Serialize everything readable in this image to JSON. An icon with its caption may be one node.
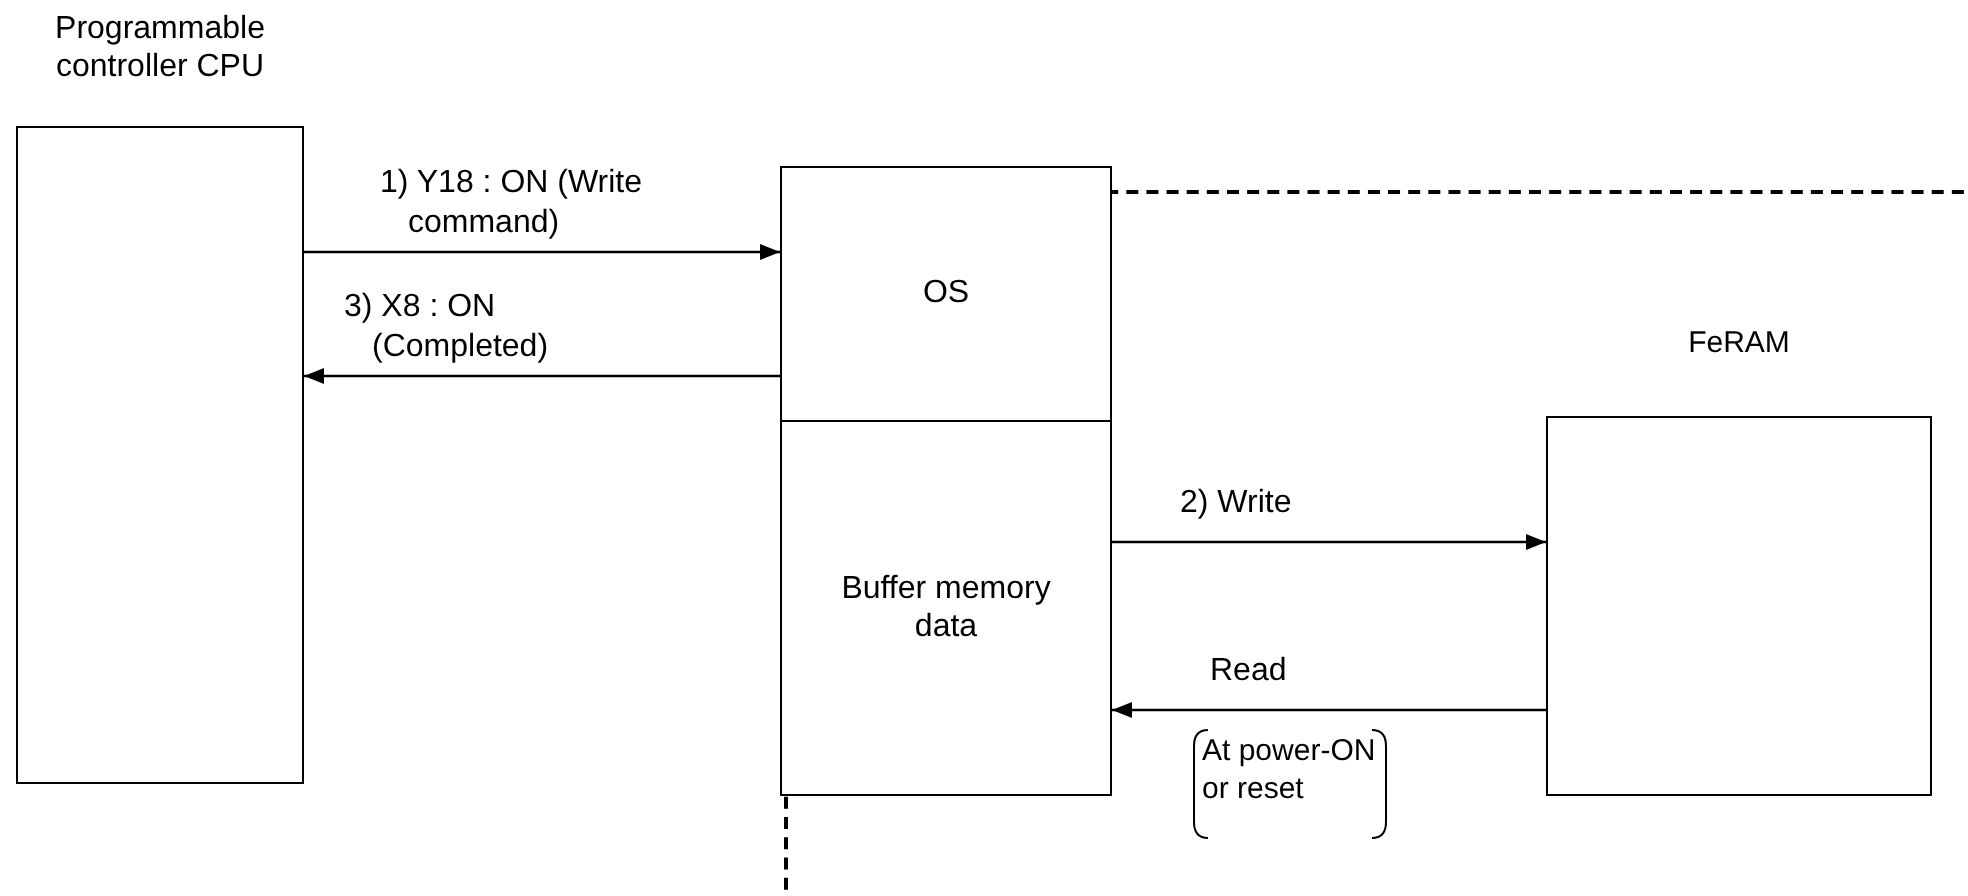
{
  "diagram": {
    "nodes": [
      {
        "text": [
          "Programmable controller CPU"
        ]
      },
      {
        "text": [],
        "shape": "box"
      },
      {
        "text": [
          "OS"
        ]
      },
      {
        "text": [
          "Buffer memory data"
        ]
      },
      {
        "text": [],
        "shape": "box"
      }
    ],
    "edges": [
      {
        "from": 0,
        "to": 2,
        "arrow": "to",
        "label": "1) Y18 : ON (Write command)"
      },
      {
        "from": 2,
        "to": 0,
        "arrow": "to",
        "label": "3) X8 : ON (Completed)"
      },
      {
        "from": 3,
        "to": 4,
        "arrow": "to",
        "label": "2) Write"
      },
      {
        "from": 4,
        "to": 3,
        "arrow": "to",
        "label": "Read"
      }
    ],
    "labels": [
      "FeRAM",
      "At power-ON or reset"
    ]
  }
}
